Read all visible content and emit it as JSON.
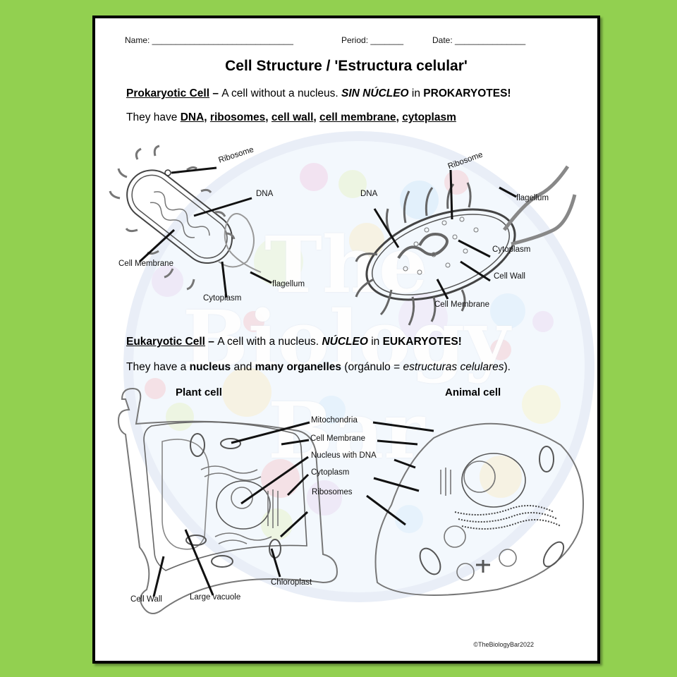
{
  "colors": {
    "background": "#92D050",
    "page": "#FFFFFF",
    "border": "#000000"
  },
  "header": {
    "name_label": "Name: ______________________________",
    "period_label": "Period: _______",
    "date_label": "Date: _______________"
  },
  "title": "Cell Structure / 'Estructura celular'",
  "prokaryotic": {
    "term": "Prokaryotic Cell",
    "dash": " – ",
    "definition": "A cell without a nucleus.  ",
    "spanish": "SIN NÚCLEO",
    "in_word": " in ",
    "group": "PROKARYOTES!",
    "have_intro": "They have ",
    "parts": [
      "DNA",
      "ribosomes",
      "cell wall",
      "cell membrane",
      "cytoplasm"
    ],
    "diagram1_labels": {
      "ribosome": "Ribosome",
      "dna": "DNA",
      "cell_membrane": "Cell Membrane",
      "cytoplasm": "Cytoplasm",
      "flagellum": "flagellum"
    },
    "diagram2_labels": {
      "ribosome": "Ribosome",
      "dna": "DNA",
      "flagellum": "flagellum",
      "cytoplasm": "Cytoplasm",
      "cell_wall": "Cell Wall",
      "cell_membrane": "Cell Membrane"
    }
  },
  "eukaryotic": {
    "term": "Eukaryotic Cell",
    "dash": " – ",
    "definition": "A cell with a nucleus.  ",
    "spanish": "NÚCLEO",
    "in_word": " in ",
    "group": "EUKARYOTES!",
    "have_intro": "They have a ",
    "nucleus": "nucleus",
    "and": " and ",
    "organelles": "many organelles",
    "paren_open": " (orgánulo = ",
    "paren_italic": "estructuras celulares",
    "paren_close": ").",
    "plant_title": "Plant cell",
    "animal_title": "Animal cell",
    "center_labels": [
      "Mitochondria",
      "Cell Membrane",
      "Nucleus with DNA",
      "Cytoplasm",
      "Ribosomes"
    ],
    "plant_labels": {
      "cell_wall": "Cell Wall",
      "large_vacuole": "Large vacuole",
      "chloroplast": "Chloroplast"
    }
  },
  "watermark": {
    "line1": "The",
    "line2": "Biology",
    "line3": "Bar"
  },
  "footer": {
    "copyright": "©TheBiologyBar2022"
  }
}
